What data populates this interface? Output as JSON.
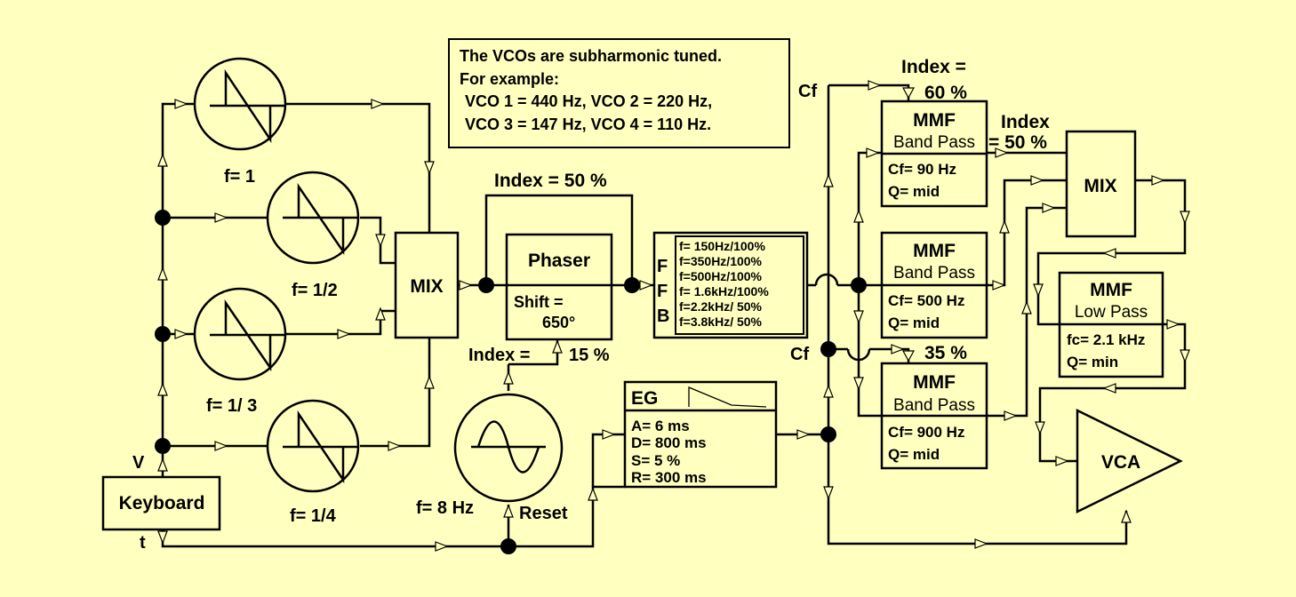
{
  "note": {
    "lines": [
      "The  VCOs are subharmonic tuned.",
      "For example:",
      "VCO 1 = 440 Hz,   VCO  2 = 220 Hz,",
      "VCO 3 =  147 Hz,   VCO  4 =  110 Hz."
    ]
  },
  "vcos": [
    {
      "label": "f= 1"
    },
    {
      "label": "f= 1/2"
    },
    {
      "label": "f= 1/ 3"
    },
    {
      "label": "f= 1/4"
    }
  ],
  "lfo": {
    "label": "f= 8 Hz",
    "reset": "Reset"
  },
  "keyboard": {
    "label": "Keyboard",
    "v": "V",
    "t": "t"
  },
  "mix_left": {
    "label": "MIX"
  },
  "mix_right": {
    "label": "MIX"
  },
  "phaser": {
    "title": "Phaser",
    "param1": "Shift =",
    "param2": "650°",
    "index_top": "Index = 50 %",
    "index_bottom": "Index =",
    "index_bottom_value": "15 %"
  },
  "ffb": {
    "letters": [
      "F",
      "F",
      "B"
    ],
    "rows": [
      "f= 150Hz/100%",
      "f=350Hz/100%",
      "f=500Hz/100%",
      "f= 1.6kHz/100%",
      "f=2.2kHz/  50%",
      "f=3.8kHz/  50%"
    ]
  },
  "eg": {
    "title": "EG",
    "params": [
      "A=  6 ms",
      "D=  800 ms",
      "S=  5 %",
      "R=  300 ms"
    ]
  },
  "cf_top": "Cf",
  "cf_bottom": "Cf",
  "index_60": {
    "line1": "Index =",
    "line2": "60 %"
  },
  "index_50": {
    "line1": "Index",
    "line2": "= 50 %"
  },
  "index_35": "35 %",
  "mmf1": {
    "title": "MMF",
    "mode": "Band Pass",
    "p1": "Cf=  90 Hz",
    "p2": "Q=  mid"
  },
  "mmf2": {
    "title": "MMF",
    "mode": "Band Pass",
    "p1": "Cf= 500 Hz",
    "p2": "Q=  mid"
  },
  "mmf3": {
    "title": "MMF",
    "mode": "Band Pass",
    "p1": "Cf= 900 Hz",
    "p2": "Q=  mid"
  },
  "mmf4": {
    "title": "MMF",
    "mode": "Low Pass",
    "p1": "fc=  2.1 kHz",
    "p2": "Q=  min"
  },
  "vca": {
    "label": "VCA"
  }
}
